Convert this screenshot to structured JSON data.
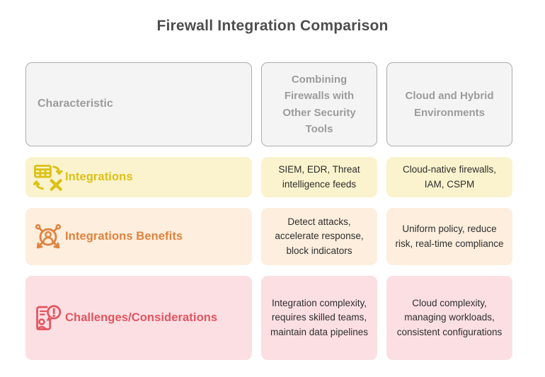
{
  "title": "Firewall Integration Comparison",
  "table": {
    "columns": [
      "Characteristic",
      "Combining Firewalls with Other Security Tools",
      "Cloud and Hybrid Environments"
    ],
    "rows": [
      {
        "label": "Integrations",
        "icon": "table-sync-icon",
        "bg_color": "#faf3cd",
        "accent_color": "#dcc117",
        "cells": [
          "SIEM, EDR, Threat intelligence feeds",
          "Cloud-native firewalls, IAM, CSPM"
        ]
      },
      {
        "label": "Integrations Benefits",
        "icon": "person-network-icon",
        "bg_color": "#fdeedd",
        "accent_color": "#e0823e",
        "cells": [
          "Detect attacks, accelerate response, block indicators",
          "Uniform policy, reduce risk, real-time compliance"
        ]
      },
      {
        "label": "Challenges/Considerations",
        "icon": "person-alert-document-icon",
        "bg_color": "#fbdfe3",
        "accent_color": "#e4545f",
        "cells": [
          "Integration complexity, requires skilled teams, maintain data pipelines",
          "Cloud complexity, managing workloads, consistent configurations"
        ]
      }
    ]
  },
  "colors": {
    "title_text": "#4d4d4d",
    "header_bg": "#f4f4f4",
    "header_border": "#adadad",
    "header_text": "#9c9c9c",
    "cell_text": "#2e2e2e",
    "page_bg": "#ffffff"
  }
}
